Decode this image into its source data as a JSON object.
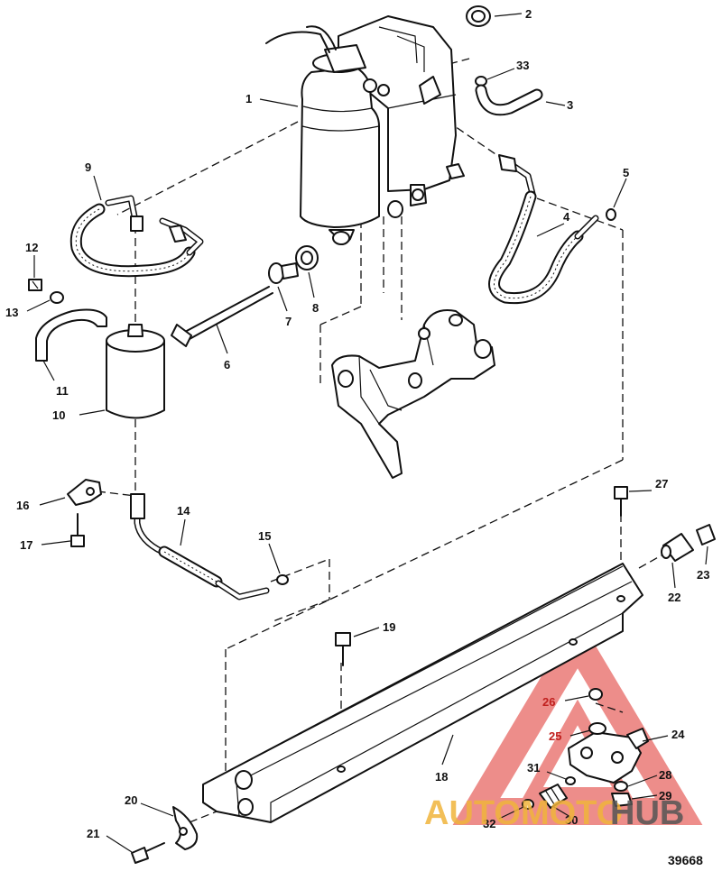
{
  "callouts": {
    "c1": "1",
    "c2": "2",
    "c3": "3",
    "c4": "4",
    "c5": "5",
    "c6": "6",
    "c7": "7",
    "c8": "8",
    "c9": "9",
    "c10": "10",
    "c11": "11",
    "c12": "12",
    "c13": "13",
    "c14": "14",
    "c15": "15",
    "c16": "16",
    "c17": "17",
    "c18": "18",
    "c19": "19",
    "c20": "20",
    "c21": "21",
    "c22": "22",
    "c23": "23",
    "c24": "24",
    "c25": "25",
    "c26": "26",
    "c27": "27",
    "c28": "28",
    "c29": "29",
    "c30": "30",
    "c31": "31",
    "c32": "32",
    "c33": "33"
  },
  "drawing_number": "39668",
  "watermark": {
    "word_left": "AUTOMOTO",
    "word_right": "HUB",
    "color_primary": "#e0312b",
    "color_secondary": "#f0b43c",
    "color_dark": "#555555"
  }
}
